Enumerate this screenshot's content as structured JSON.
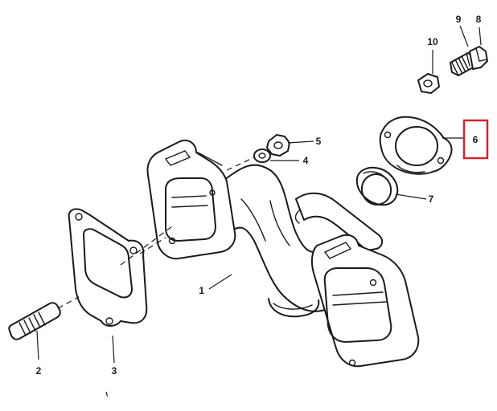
{
  "diagram": {
    "callouts": [
      {
        "id": "1",
        "label": "1"
      },
      {
        "id": "2",
        "label": "2"
      },
      {
        "id": "3",
        "label": "3"
      },
      {
        "id": "4",
        "label": "4"
      },
      {
        "id": "5",
        "label": "5"
      },
      {
        "id": "6",
        "label": "6"
      },
      {
        "id": "7",
        "label": "7"
      },
      {
        "id": "8",
        "label": "8"
      },
      {
        "id": "9",
        "label": "9"
      },
      {
        "id": "10",
        "label": "10"
      }
    ],
    "highlight": {
      "target": "6",
      "color": "#d2232a"
    }
  }
}
